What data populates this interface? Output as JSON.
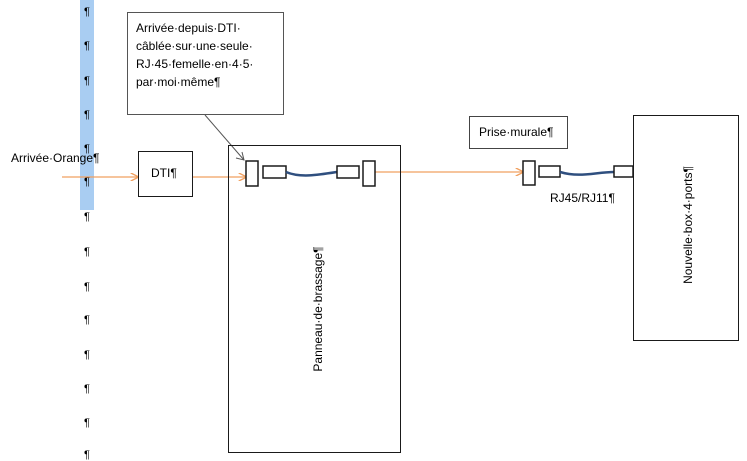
{
  "pilcrow": "¶",
  "labels": {
    "arrivee_orange": "Arrivée·Orange¶",
    "dti": "DTI¶",
    "callout": "Arrivée·depuis·DTI·\ncâblée·sur·une·seule·\nRJ·45·femelle·en·4·5·\npar·moi·même¶",
    "panneau": "Panneau·de·brassage¶",
    "prise_murale": "Prise·murale¶",
    "rj45_rj11": "RJ45/RJ11¶",
    "box": "Nouvelle·box·4·ports¶"
  },
  "colors": {
    "arrow": "#f0a060",
    "cable": "#2f4f7f",
    "highlight": "#a9cdf2"
  }
}
